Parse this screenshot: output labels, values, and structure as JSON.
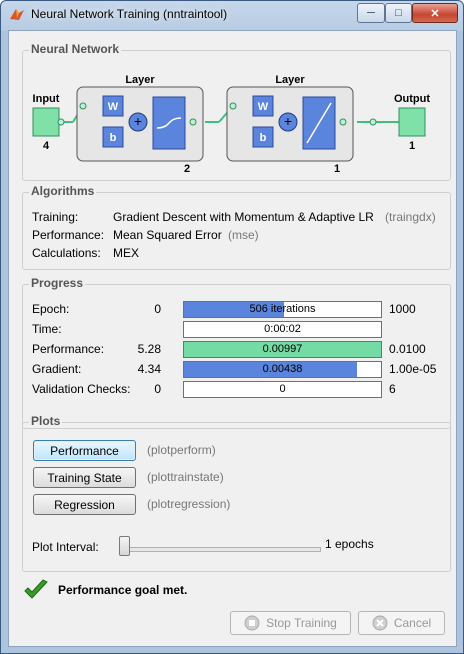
{
  "window": {
    "title": "Neural Network Training (nntraintool)",
    "minimize_label": "─",
    "maximize_label": "□",
    "close_label": "✕"
  },
  "network": {
    "section_title": "Neural Network",
    "input_label": "Input",
    "input_size": "4",
    "layers": [
      {
        "title": "Layer",
        "w_label": "W",
        "b_label": "b",
        "size": "2",
        "transfer": "tansig"
      },
      {
        "title": "Layer",
        "w_label": "W",
        "b_label": "b",
        "size": "1",
        "transfer": "purelin"
      }
    ],
    "output_label": "Output",
    "output_size": "1",
    "colors": {
      "io_box": "#7fe0a8",
      "weight_box": "#5b84dc",
      "layer_box": "#e6e6e6",
      "connector": "#3fbf7f"
    }
  },
  "algorithms": {
    "section_title": "Algorithms",
    "rows": [
      {
        "label": "Training:",
        "value": "Gradient Descent with Momentum & Adaptive LR",
        "code": "(traingdx)"
      },
      {
        "label": "Performance:",
        "value": "Mean Squared Error",
        "code": "(mse)"
      },
      {
        "label": "Calculations:",
        "value": "MEX",
        "code": ""
      }
    ]
  },
  "progress": {
    "section_title": "Progress",
    "rows": [
      {
        "label": "Epoch:",
        "start": "0",
        "value": "506 iterations",
        "end": "1000",
        "fraction": 0.506,
        "color": "#5b84dc"
      },
      {
        "label": "Time:",
        "start": "",
        "value": "0:00:02",
        "end": "",
        "fraction": 0,
        "color": "#5b84dc"
      },
      {
        "label": "Performance:",
        "start": "5.28",
        "value": "0.00997",
        "end": "0.0100",
        "fraction": 1.0,
        "color": "#74dba4"
      },
      {
        "label": "Gradient:",
        "start": "4.34",
        "value": "0.00438",
        "end": "1.00e-05",
        "fraction": 0.88,
        "color": "#5b84dc"
      },
      {
        "label": "Validation Checks:",
        "start": "0",
        "value": "0",
        "end": "6",
        "fraction": 0,
        "color": "#5b84dc"
      }
    ]
  },
  "plots": {
    "section_title": "Plots",
    "buttons": [
      {
        "label": "Performance",
        "func": "(plotperform)"
      },
      {
        "label": "Training State",
        "func": "(plottrainstate)"
      },
      {
        "label": "Regression",
        "func": "(plotregression)"
      }
    ],
    "interval_label": "Plot Interval:",
    "interval_value": "1 epochs"
  },
  "status": {
    "message": "Performance goal met.",
    "icon": "check-icon",
    "color": "#3a9a2a"
  },
  "footer": {
    "stop_label": "Stop Training",
    "cancel_label": "Cancel"
  }
}
